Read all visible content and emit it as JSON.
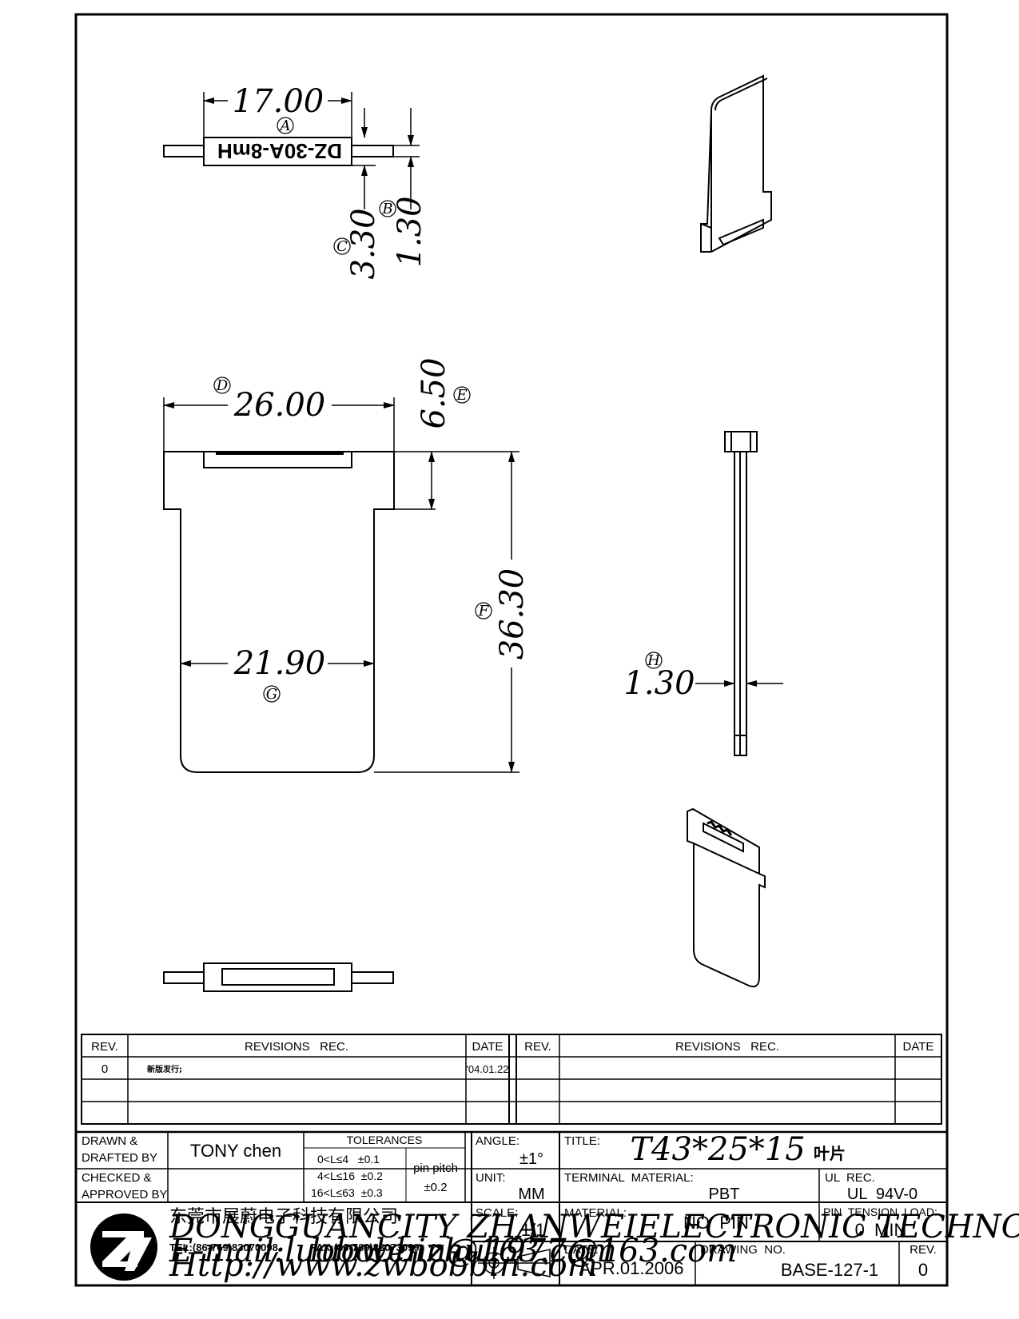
{
  "drawing": {
    "stamp_text": "DZ-30A-8mH",
    "dims": {
      "A": {
        "value": "17.00",
        "label": "A"
      },
      "B": {
        "value": "1.30",
        "label": "B"
      },
      "C": {
        "value": "3.30",
        "label": "C"
      },
      "D": {
        "value": "26.00",
        "label": "D"
      },
      "E": {
        "value": "6.50",
        "label": "E"
      },
      "F": {
        "value": "36.30",
        "label": "F"
      },
      "G": {
        "value": "21.90",
        "label": "G"
      },
      "H": {
        "value": "1.30",
        "label": "H"
      }
    }
  },
  "revisions": {
    "headers": {
      "rev": "REV.",
      "rec": "REVISIONS   REC.",
      "date": "DATE"
    },
    "rows": [
      {
        "rev": "0",
        "rec": "新版发行;",
        "date": "'04.01.22"
      }
    ]
  },
  "title_block": {
    "drawn_label": "DRAWN &",
    "drafted_label": "DRAFTED BY",
    "drawn_by": "TONY chen",
    "checked_label": "CHECKED &",
    "approved_label": "APPROVED BY",
    "tolerances_label": "TOLERANCES",
    "tol1": "0<L≤4   ±0.1",
    "tol2": "4<L≤16  ±0.2",
    "tol3": "16<L≤63  ±0.3",
    "pin_pitch_label": "pin pitch",
    "pin_pitch_value": "±0.2",
    "angle_label": "ANGLE:",
    "angle_value": "±1°",
    "unit_label": "UNIT:",
    "unit_value": "MM",
    "scale_label": "SCALE:",
    "scale_value": "1/1",
    "title_label": "TITLE:",
    "title_value": "T43*25*15",
    "title_suffix": "叶片",
    "terminal_material_label": "TERMINAL  MATERIAL:",
    "terminal_material_value": "PBT",
    "ul_rec_label": "UL  REC.",
    "ul_rec_value": "UL  94V-0",
    "material_label": "MATERIAL:",
    "material_value": "NO  PIN",
    "pin_tension_label": "PIN  TENSION  LOAD:",
    "pin_tension_value": "0  MIN",
    "date_label": "DATE:",
    "date_value": "APR.01.2006",
    "drawing_no_label": "DRAWING  NO.",
    "drawing_no_value": "BASE-127-1",
    "rev_label": "REV.",
    "rev_value": "0"
  },
  "company": {
    "name_cn": "东莞市展蔚电子科技有限公司",
    "name_en": "DONGGUANCITY ZHANWEIELECTRONIC TECHNOLOGY CO.,LTD.",
    "tel": "TEL:(86-769)83070098",
    "fax": "FAX:(86-769)83073099",
    "email1": "E-mail:luobobbin@163.com",
    "email2": "luowenzhu1977@163.com",
    "url": "Http://www.zwbobbin.com"
  },
  "colors": {
    "line": "#000000",
    "background": "#ffffff"
  }
}
